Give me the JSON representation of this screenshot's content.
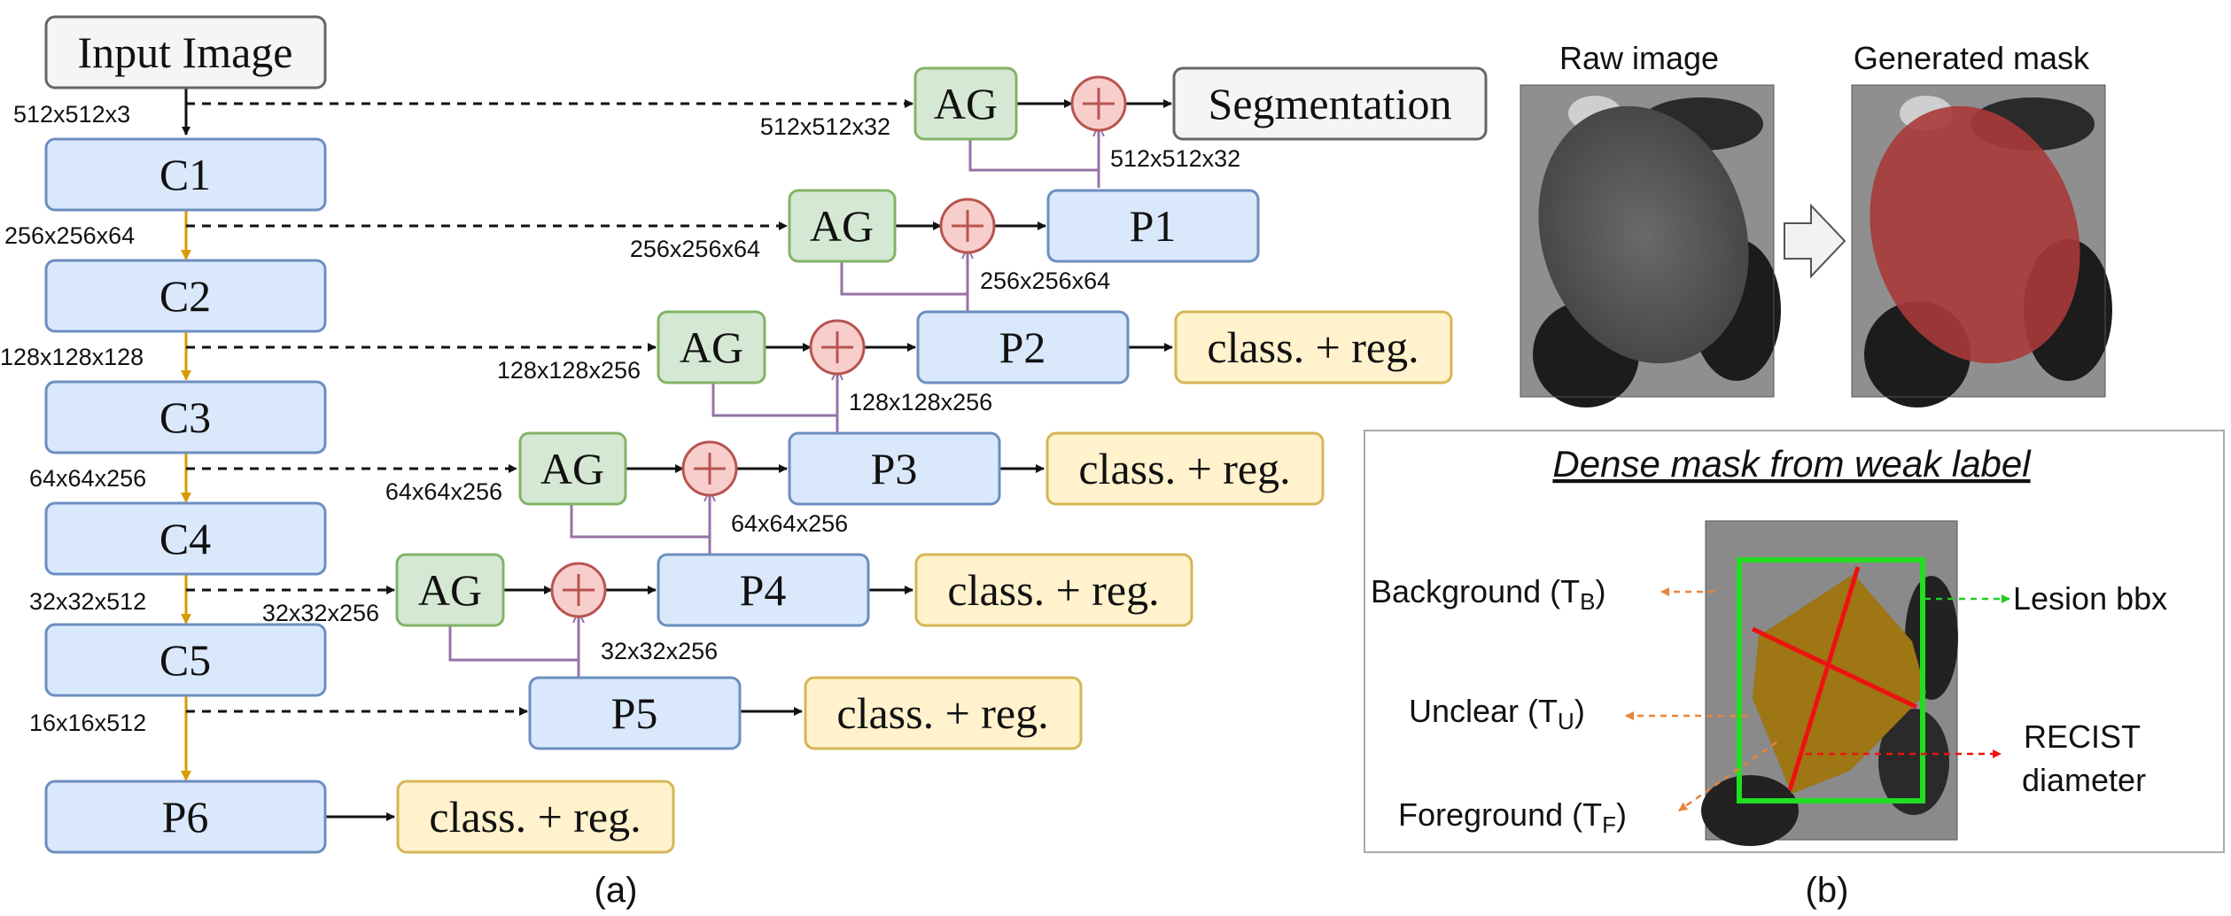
{
  "figure_a": {
    "input": "Input Image",
    "output": "Segmentation",
    "encoder": [
      "C1",
      "C2",
      "C3",
      "C4",
      "C5",
      "P6"
    ],
    "pyramid": [
      "P1",
      "P2",
      "P3",
      "P4",
      "P5"
    ],
    "ag_label": "AG",
    "head_label": "class. + reg.",
    "encoder_dims": [
      "512x512x3",
      "256x256x64",
      "128x128x128",
      "64x64x256",
      "32x32x512",
      "16x16x512"
    ],
    "ag_dims": [
      "512x512x32",
      "256x256x64",
      "128x128x256",
      "64x64x256",
      "32x32x256"
    ],
    "pyramid_dims": [
      "512x512x32",
      "256x256x64",
      "128x128x256",
      "64x64x256",
      "32x32x256"
    ],
    "caption": "(a)"
  },
  "figure_b": {
    "raw_title": "Raw image",
    "mask_title": "Generated mask",
    "panel_title": "Dense mask from weak label",
    "background": "Background (T",
    "background_sub": "B",
    "unclear": "Unclear (T",
    "unclear_sub": "U",
    "foreground": "Foreground (T",
    "foreground_sub": "F",
    "close_paren": ")",
    "lesion": "Lesion bbx",
    "recist_line1": "RECIST",
    "recist_line2": "diameter",
    "caption": "(b)"
  },
  "colors": {
    "blue_fill": "#dae8fc",
    "blue_stroke": "#6c8ebf",
    "green_fill": "#d5e8d4",
    "green_stroke": "#82b366",
    "yellow_fill": "#fff2cc",
    "yellow_stroke": "#d6b656",
    "red_fill": "#f8cecc",
    "red_stroke": "#b85450",
    "gray_fill": "#f5f5f5",
    "gray_stroke": "#666666",
    "purple": "#9673a6",
    "orange": "#d79b00",
    "bbox_green": "#22dd22",
    "recist_red": "#ee1111"
  }
}
